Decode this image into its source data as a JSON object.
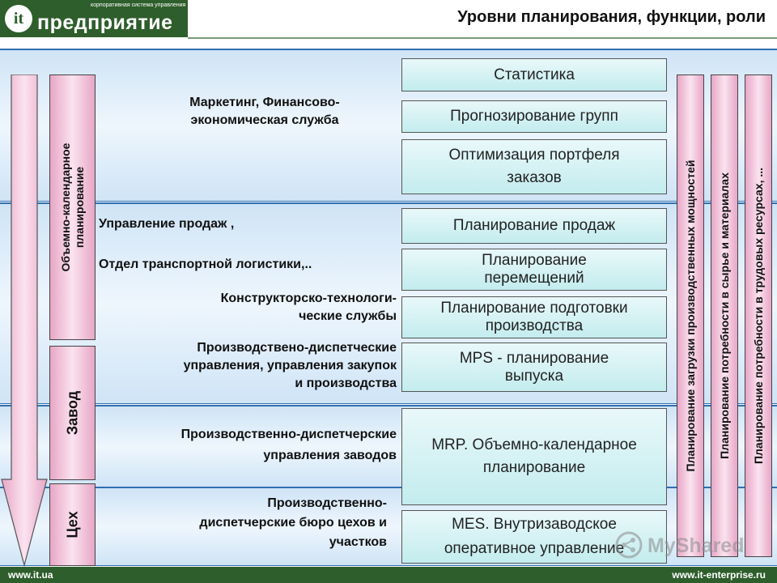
{
  "header": {
    "logo_mark": "it",
    "logo_word": "предприятие",
    "logo_sub": "корпоративная система управления",
    "title": "Уровни планирования, функции, роли"
  },
  "left_labels": [
    "Объемно-календарное\nпланирование",
    "Завод",
    "Цех"
  ],
  "departments": [
    "Маркетинг, Финансово-\nэкономическая служба",
    "Управление продаж ,",
    "Отдел транспортной логистики,..",
    "Конструкторско-технологи-\nческие службы",
    "Производствено-диспетческие\nуправления, управления закупок\nи производства",
    "Производственно-диспетчерские\nуправления заводов",
    "Производственно-\nдиспетчерские бюро цехов и\nучастков"
  ],
  "functions": [
    "Статистика",
    "Прогнозирование групп",
    "Оптимизация портфеля\nзаказов",
    "Планирование продаж",
    "Планирование\nперемещений",
    "Планирование подготовки\nпроизводства",
    "MPS - планирование\nвыпуска",
    "MRP. Объемно-календарное\nпланирование",
    "MES. Внутризаводское\nоперативное управление"
  ],
  "right_columns": [
    "Планирование загрузки производственных мощностей",
    "Планирование потребности в сырье и материалах",
    "Планирование потребности в трудовых ресурсах, ..."
  ],
  "footer": {
    "left": "www.it.ua",
    "right": "www.it-enterprise.ru"
  },
  "watermark": "MyShared",
  "colors": {
    "brand_green": "#2e5e2b",
    "band_blue": "#cfe4f6",
    "pink": "#e7a6c6",
    "teal_box": "#c3ecee"
  }
}
